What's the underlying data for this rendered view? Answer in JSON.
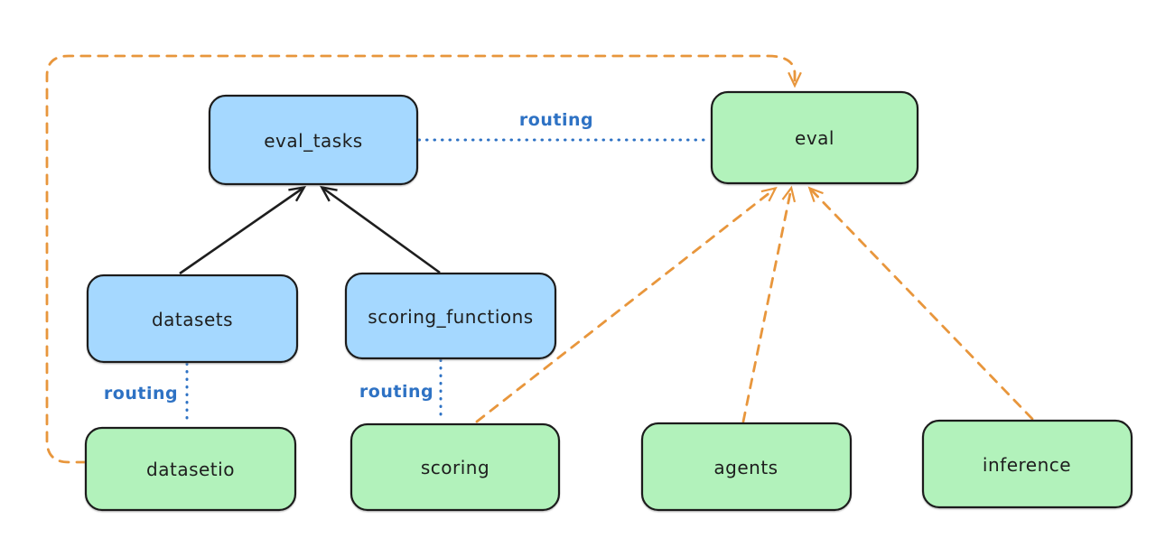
{
  "diagram": {
    "nodes": [
      {
        "id": "eval_tasks",
        "label": "eval_tasks",
        "color": "blue"
      },
      {
        "id": "eval",
        "label": "eval",
        "color": "green"
      },
      {
        "id": "datasets",
        "label": "datasets",
        "color": "blue"
      },
      {
        "id": "scoring_functions",
        "label": "scoring_functions",
        "color": "blue"
      },
      {
        "id": "datasetio",
        "label": "datasetio",
        "color": "green"
      },
      {
        "id": "scoring",
        "label": "scoring",
        "color": "green"
      },
      {
        "id": "agents",
        "label": "agents",
        "color": "green"
      },
      {
        "id": "inference",
        "label": "inference",
        "color": "green"
      }
    ],
    "edges": [
      {
        "from": "datasets",
        "to": "eval_tasks",
        "style": "solid-arrow",
        "color": "black"
      },
      {
        "from": "scoring_functions",
        "to": "eval_tasks",
        "style": "solid-arrow",
        "color": "black"
      },
      {
        "from": "eval_tasks",
        "to": "eval",
        "style": "dotted",
        "color": "blue",
        "label": "routing"
      },
      {
        "from": "datasets",
        "to": "datasetio",
        "style": "dotted",
        "color": "blue",
        "label": "routing"
      },
      {
        "from": "scoring_functions",
        "to": "scoring",
        "style": "dotted",
        "color": "blue",
        "label": "routing"
      },
      {
        "from": "datasetio",
        "to": "eval",
        "style": "dashed-arrow",
        "color": "orange"
      },
      {
        "from": "scoring",
        "to": "eval",
        "style": "dashed-arrow",
        "color": "orange"
      },
      {
        "from": "agents",
        "to": "eval",
        "style": "dashed-arrow",
        "color": "orange"
      },
      {
        "from": "inference",
        "to": "eval",
        "style": "dashed-arrow",
        "color": "orange"
      }
    ]
  },
  "colors": {
    "ink": "#1e1e1e",
    "blue_fill": "#a5d8ff",
    "green_fill": "#b2f2bb",
    "blue_line": "#2e72c4",
    "orange_line": "#e8963c",
    "background": "#ffffff"
  }
}
